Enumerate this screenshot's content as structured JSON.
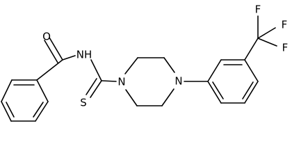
{
  "molecule": {
    "atoms": {
      "carbonyl_o": "O",
      "amide_nh": "NH",
      "thione_s": "S",
      "piperazine_n1": "N",
      "piperazine_n4": "N",
      "fluorine_top": "F",
      "fluorine_right": "F",
      "fluorine_lower": "F"
    }
  }
}
